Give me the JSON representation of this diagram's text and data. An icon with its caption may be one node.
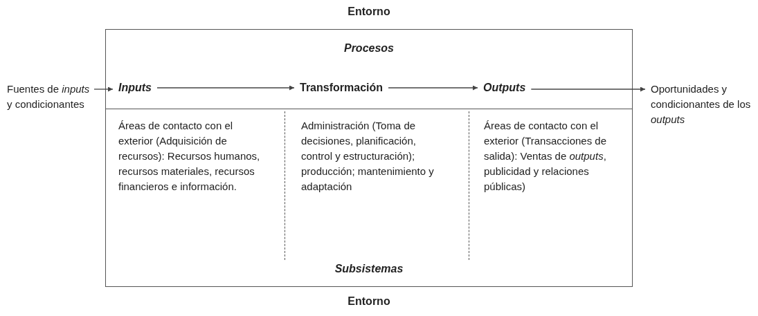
{
  "diagram": {
    "nodes": [
      {
        "text": [
          "Procesos",
          "Subsistemas"
        ]
      },
      {
        "text": [
          "Fuentes de *inputs* y condicionantes"
        ]
      },
      {
        "text": [
          "Inputs"
        ],
        "in": 0
      },
      {
        "text": [
          "Transformación"
        ],
        "in": 0
      },
      {
        "text": [
          "Outputs"
        ],
        "in": 0
      },
      {
        "text": [
          "Oportunidades y condicionantes de los *outputs*"
        ]
      }
    ],
    "edges": [
      {
        "from": 1,
        "to": 2,
        "arrow": "to"
      },
      {
        "from": 2,
        "to": 3,
        "arrow": "to"
      },
      {
        "from": 3,
        "to": 4,
        "arrow": "to"
      },
      {
        "from": 4,
        "to": 5,
        "arrow": "to"
      }
    ],
    "labels": [
      "Entorno",
      "Áreas de contacto con el exterior (Adquisición de recursos): Recursos humanos, recursos materiales, recursos financieros e información.",
      "Administración (Toma de decisiones, planificación, control y estructuración); producción; mantenimiento y adaptación",
      "Áreas de contacto con el exterior (Transacciones de salida): Ventas de *outputs*, publicidad y relaciones públicas)",
      "Entorno"
    ]
  }
}
